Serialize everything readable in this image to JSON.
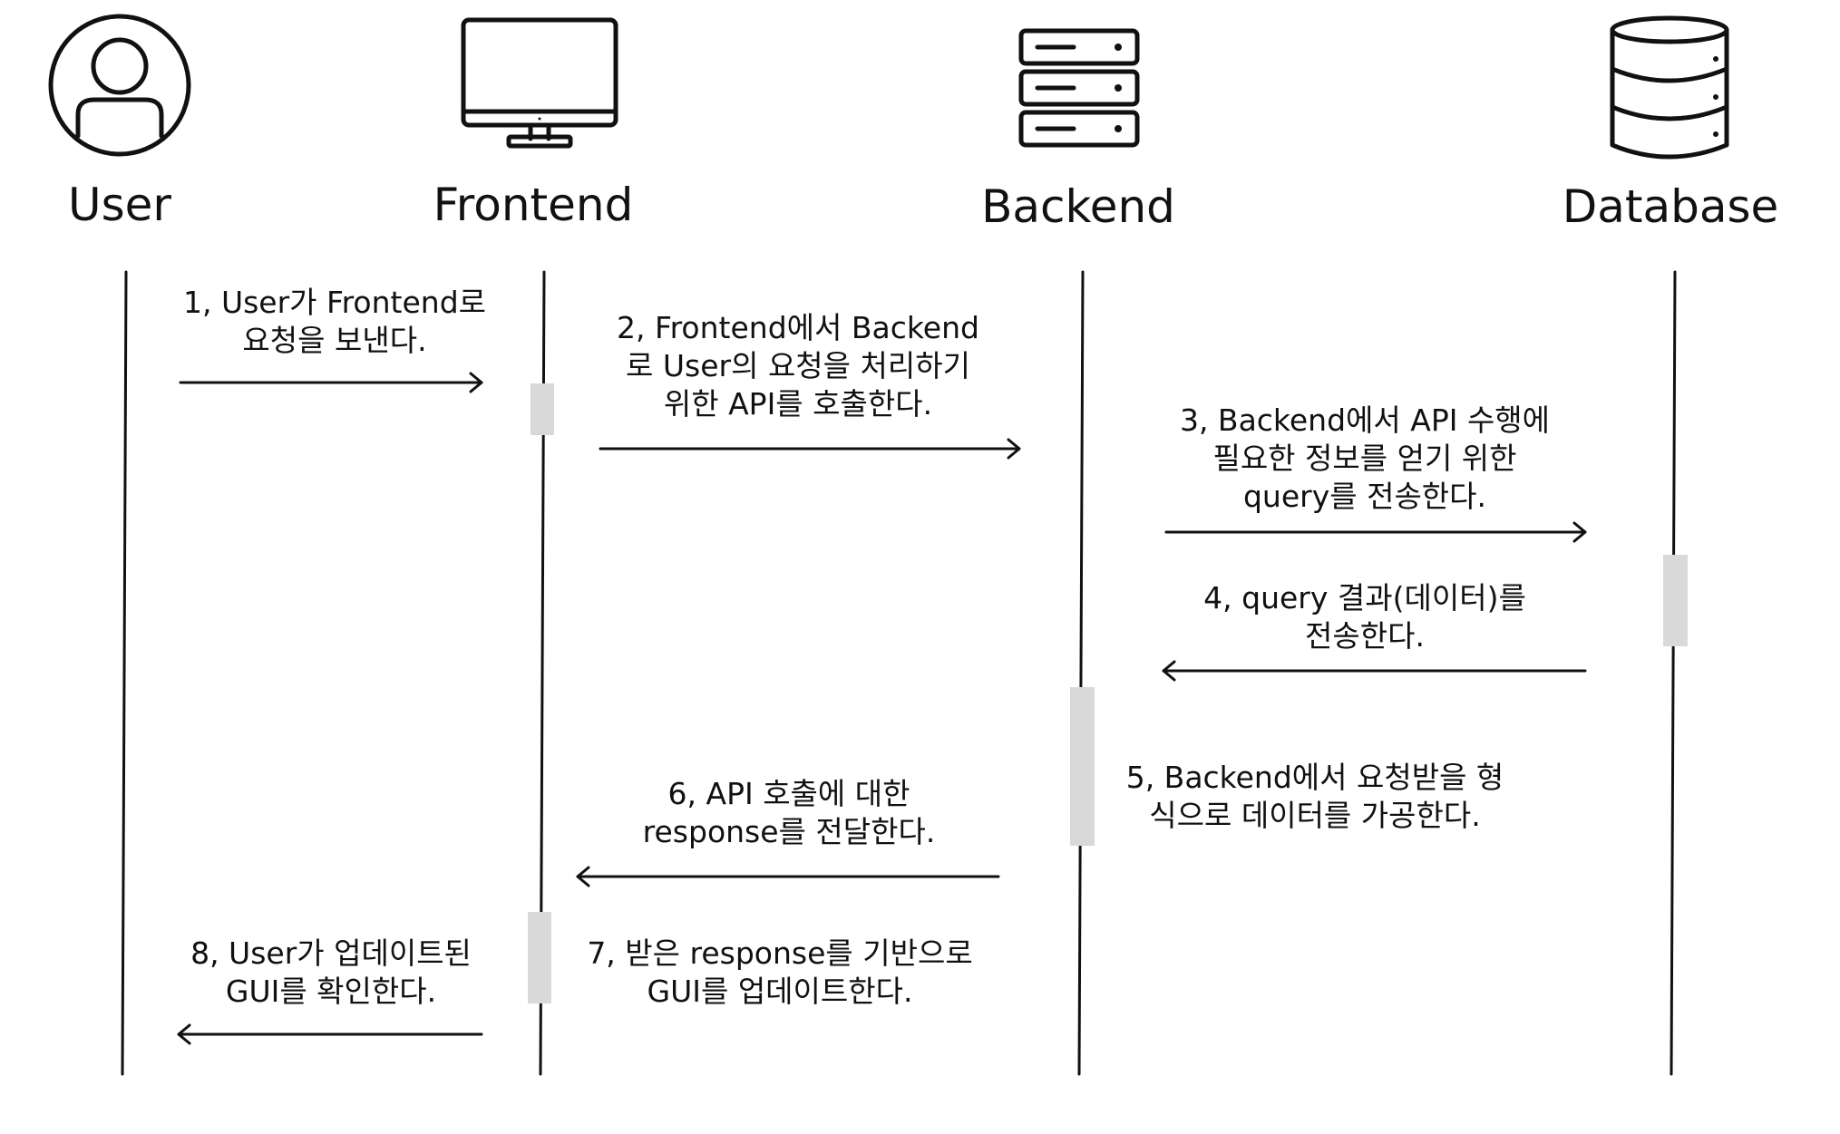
{
  "actors": [
    {
      "id": "user",
      "label": "User",
      "icon": "user-icon"
    },
    {
      "id": "frontend",
      "label": "Frontend",
      "icon": "monitor-icon"
    },
    {
      "id": "backend",
      "label": "Backend",
      "icon": "server-icon"
    },
    {
      "id": "database",
      "label": "Database",
      "icon": "database-icon"
    }
  ],
  "messages": [
    {
      "lines": [
        "1, User가 Frontend로",
        "요청을 보낸다."
      ],
      "from": "user",
      "to": "frontend"
    },
    {
      "lines": [
        "2, Frontend에서 Backend",
        "로 User의 요청을 처리하기",
        "위한 API를 호출한다."
      ],
      "from": "frontend",
      "to": "backend"
    },
    {
      "lines": [
        "3, Backend에서 API 수행에",
        "필요한 정보를 얻기 위한",
        "query를 전송한다."
      ],
      "from": "backend",
      "to": "database"
    },
    {
      "lines": [
        "4, query 결과(데이터)를",
        "전송한다."
      ],
      "from": "database",
      "to": "backend"
    },
    {
      "lines": [
        "5, Backend에서 요청받을 형",
        "식으로 데이터를 가공한다."
      ],
      "from": "backend",
      "to": "backend"
    },
    {
      "lines": [
        "6, API 호출에 대한",
        "response를 전달한다."
      ],
      "from": "backend",
      "to": "frontend"
    },
    {
      "lines": [
        "7, 받은 response를 기반으로",
        "GUI를 업데이트한다."
      ],
      "from": "frontend",
      "to": "frontend"
    },
    {
      "lines": [
        "8, User가 업데이트된",
        "GUI를 확인한다."
      ],
      "from": "frontend",
      "to": "user"
    }
  ],
  "colors": {
    "line": "#111111",
    "activation": "#d9d9d9",
    "background": "#ffffff"
  }
}
